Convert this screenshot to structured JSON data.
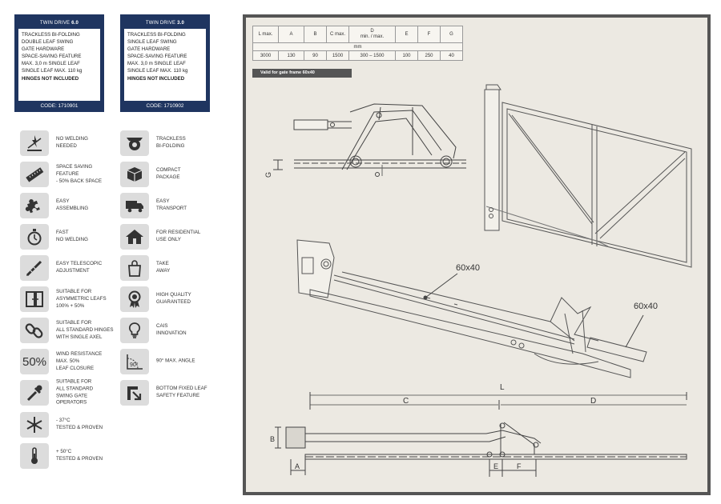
{
  "cards": [
    {
      "title": "TWIN DRIVE",
      "version": "6.0",
      "lines": [
        "TRACKLESS BI-FOLDING",
        "DOUBLE LEAF SWING",
        "GATE HARDWARE",
        "SPACE-SAVING FEATURE",
        "MAX. 3,0 m SINGLE LEAF",
        "SINGLE LEAF MAX. 110 kg"
      ],
      "bold_line": "HINGES NOT INCLUDED",
      "code": "CODE: 1710901"
    },
    {
      "title": "TWIN DRIVE",
      "version": "3.0",
      "lines": [
        "TRACKLESS BI-FOLDING",
        "SINGLE LEAF SWING",
        "GATE HARDWARE",
        "SPACE-SAVING FEATURE",
        "MAX. 3,0 m SINGLE LEAF",
        "SINGLE LEAF MAX. 110 kg"
      ],
      "bold_line": "HINGES NOT INCLUDED",
      "code": "CODE: 1710902"
    }
  ],
  "features_left": [
    {
      "icon": "no-welding-icon",
      "lines": [
        "NO WELDING",
        "NEEDED"
      ]
    },
    {
      "icon": "ruler-icon",
      "lines": [
        "SPACE SAVING",
        "FEATURE",
        "- 50% BACK SPACE"
      ]
    },
    {
      "icon": "puzzle-icon",
      "lines": [
        "EASY",
        "ASSEMBLING"
      ]
    },
    {
      "icon": "stopwatch-icon",
      "lines": [
        "FAST",
        "NO WELDING"
      ]
    },
    {
      "icon": "telescopic-icon",
      "lines": [
        "EASY TELESCOPIC",
        "ADJUSTMENT"
      ]
    },
    {
      "icon": "asymmetric-leaf-icon",
      "lines": [
        "SUITABLE FOR",
        "ASYMMETRIC LEAFS",
        "100% + 50%"
      ]
    },
    {
      "icon": "chain-link-icon",
      "lines": [
        "SUITABLE FOR",
        "ALL STANDARD HINGES",
        "WITH SINGLE AXEL"
      ]
    },
    {
      "icon": "wind-percent-icon",
      "icon_text": "50%",
      "lines": [
        "WIND RESISTANCE",
        "MAX. 50%",
        "LEAF CLOSURE"
      ]
    },
    {
      "icon": "dropper-icon",
      "lines": [
        "SUITABLE FOR",
        "ALL STANDARD",
        "SWING GATE",
        "OPERATORS"
      ]
    },
    {
      "icon": "snowflake-icon",
      "lines": [
        "- 37°C",
        "TESTED & PROVEN"
      ]
    },
    {
      "icon": "thermometer-icon",
      "lines": [
        "+ 50°C",
        "TESTED & PROVEN"
      ]
    }
  ],
  "features_right": [
    {
      "icon": "trackless-wheel-icon",
      "lines": [
        "TRACKLESS",
        "BI-FOLDING"
      ]
    },
    {
      "icon": "package-icon",
      "lines": [
        "COMPACT",
        "PACKAGE"
      ]
    },
    {
      "icon": "truck-icon",
      "lines": [
        "EASY",
        "TRANSPORT"
      ]
    },
    {
      "icon": "house-icon",
      "lines": [
        "FOR RESIDENTIAL",
        "USE ONLY"
      ]
    },
    {
      "icon": "bag-icon",
      "lines": [
        "TAKE",
        "AWAY"
      ]
    },
    {
      "icon": "award-ribbon-icon",
      "lines": [
        "HIGH QUALITY",
        "GUARANTEED"
      ]
    },
    {
      "icon": "lightbulb-icon",
      "lines": [
        "CAIS",
        "INNOVATION"
      ]
    },
    {
      "icon": "angle-90-icon",
      "icon_text": "90°",
      "lines": [
        "90° MAX. ANGLE"
      ]
    },
    {
      "icon": "bottom-leaf-icon",
      "lines": [
        "BOTTOM FIXED LEAF",
        "SAFETY FEATURE"
      ]
    }
  ],
  "spec_table": {
    "headers": [
      "L max.",
      "A",
      "B",
      "C max.",
      "D\nmin. / max.",
      "E",
      "F",
      "G"
    ],
    "unit": "mm",
    "values": [
      "3000",
      "130",
      "90",
      "1500",
      "300 – 1500",
      "100",
      "250",
      "40"
    ]
  },
  "valid_note": "Valid for gate frame 60x40",
  "drawing_labels": {
    "g": "G",
    "profile_1": "60x40",
    "profile_2": "60x40",
    "l": "L",
    "c": "C",
    "d": "D",
    "b": "B",
    "a": "A",
    "e": "E",
    "f": "F"
  }
}
